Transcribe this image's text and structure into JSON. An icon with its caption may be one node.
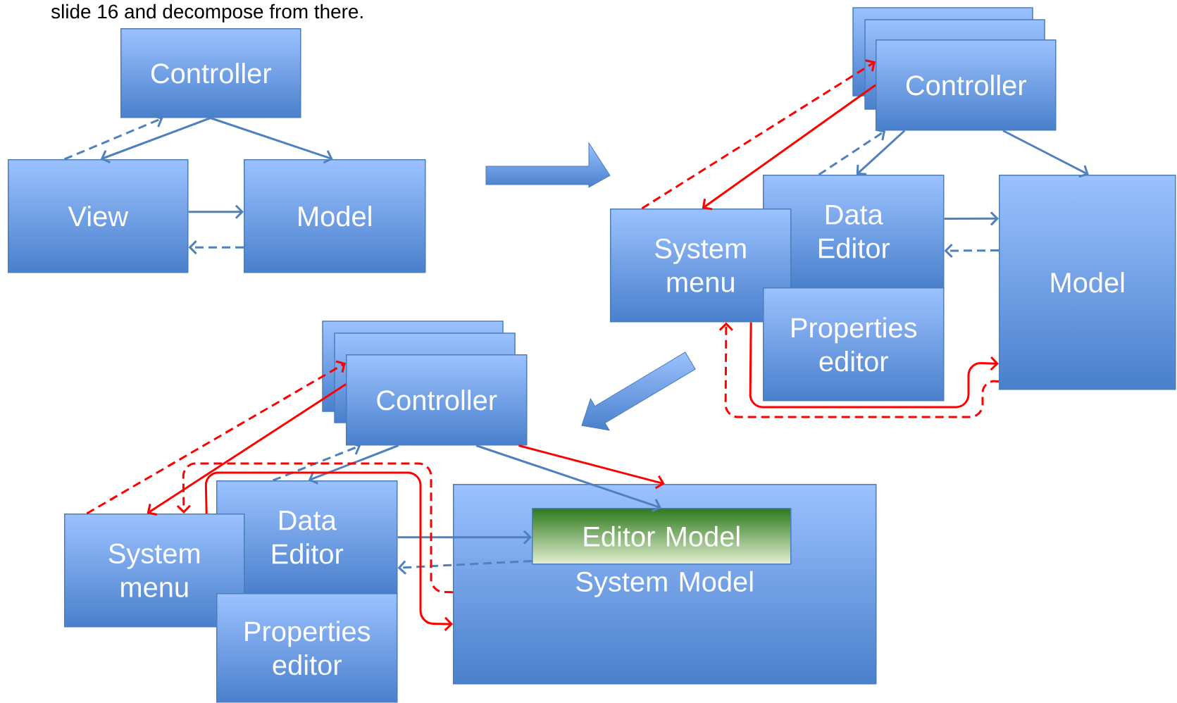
{
  "diagram": {
    "nodes": [
      {
        "text": [
          "Controller"
        ]
      },
      {
        "text": [
          "View"
        ]
      },
      {
        "text": [
          "Model"
        ]
      },
      {
        "text": [
          "Controller"
        ]
      },
      {
        "text": [
          "System menu"
        ]
      },
      {
        "text": [
          "Data Editor"
        ]
      },
      {
        "text": [
          "Properties editor"
        ]
      },
      {
        "text": [
          "Model"
        ]
      },
      {
        "text": [
          "Controller"
        ]
      },
      {
        "text": [
          "System menu"
        ]
      },
      {
        "text": [
          "Data Editor"
        ]
      },
      {
        "text": [
          "Properties editor"
        ]
      },
      {
        "text": [
          "System Model"
        ]
      },
      {
        "text": [
          "Editor Model"
        ],
        "in": 12
      }
    ],
    "edges": [
      {
        "from": 0,
        "to": 1,
        "arrow": "to"
      },
      {
        "from": 1,
        "to": 0,
        "arrow": "to",
        "style": "dashed"
      },
      {
        "from": 0,
        "to": 2,
        "arrow": "to"
      },
      {
        "from": 1,
        "to": 2,
        "arrow": "to"
      },
      {
        "from": 2,
        "to": 1,
        "arrow": "to",
        "style": "dashed"
      },
      {
        "from": 4,
        "to": 3,
        "arrow": "to",
        "style": "dashed",
        "color": "#ff0000"
      },
      {
        "from": 3,
        "to": 4,
        "arrow": "to",
        "color": "#ff0000"
      },
      {
        "from": 5,
        "to": 3,
        "arrow": "to",
        "style": "dashed"
      },
      {
        "from": 3,
        "to": 5,
        "arrow": "to"
      },
      {
        "from": 3,
        "to": 7,
        "arrow": "to"
      },
      {
        "from": 5,
        "to": 7,
        "arrow": "to"
      },
      {
        "from": 7,
        "to": 5,
        "arrow": "to",
        "style": "dashed"
      },
      {
        "from": 7,
        "to": 4,
        "arrow": "to",
        "style": "dashed",
        "color": "#ff0000"
      },
      {
        "from": 4,
        "to": 7,
        "arrow": "to",
        "color": "#ff0000"
      },
      {
        "from": 9,
        "to": 8,
        "arrow": "to",
        "style": "dashed",
        "color": "#ff0000"
      },
      {
        "from": 8,
        "to": 9,
        "arrow": "to",
        "color": "#ff0000"
      },
      {
        "from": 10,
        "to": 8,
        "arrow": "to",
        "style": "dashed"
      },
      {
        "from": 8,
        "to": 10,
        "arrow": "to"
      },
      {
        "from": 8,
        "to": 12,
        "arrow": "to",
        "color": "#ff0000"
      },
      {
        "from": 8,
        "to": 13,
        "arrow": "to"
      },
      {
        "from": 10,
        "to": 13,
        "arrow": "to"
      },
      {
        "from": 13,
        "to": 10,
        "arrow": "to",
        "style": "dashed"
      },
      {
        "from": 12,
        "to": 9,
        "arrow": "to",
        "style": "dashed",
        "color": "#ff0000"
      },
      {
        "from": 9,
        "to": 12,
        "arrow": "to",
        "color": "#ff0000"
      }
    ],
    "labels": [
      "slide 16 and decompose from there."
    ]
  }
}
